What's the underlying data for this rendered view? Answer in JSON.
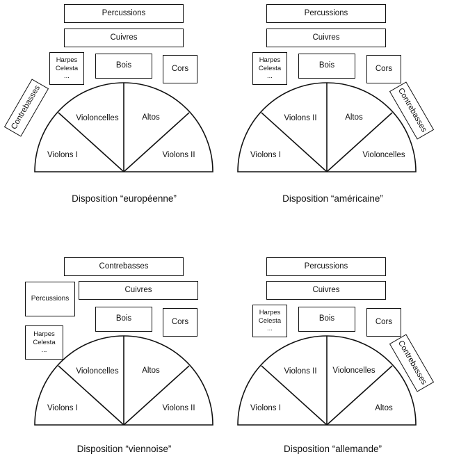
{
  "layouts": [
    {
      "caption": "Disposition “européenne”",
      "boxes": {
        "top1": "Percussions",
        "top2": "Cuivres",
        "harpes": [
          "Harpes",
          "Celesta",
          "..."
        ],
        "bois": "Bois",
        "cors": "Cors",
        "contrebasses": "Contrebasses"
      },
      "sections": [
        "Violons I",
        "Violoncelles",
        "Altos",
        "Violons II"
      ]
    },
    {
      "caption": "Disposition “américaine”",
      "boxes": {
        "top1": "Percussions",
        "top2": "Cuivres",
        "harpes": [
          "Harpes",
          "Celesta",
          "..."
        ],
        "bois": "Bois",
        "cors": "Cors",
        "contrebasses": "Contrebasses"
      },
      "sections": [
        "Violons I",
        "Violons II",
        "Altos",
        "Violoncelles"
      ]
    },
    {
      "caption": "Disposition “viennoise”",
      "boxes": {
        "top1": "Contrebasses",
        "top2": "Cuivres",
        "percussions": "Percussions",
        "harpes": [
          "Harpes",
          "Celesta",
          "..."
        ],
        "bois": "Bois",
        "cors": "Cors"
      },
      "sections": [
        "Violons I",
        "Violoncelles",
        "Altos",
        "Violons II"
      ]
    },
    {
      "caption": "Disposition “allemande”",
      "boxes": {
        "top1": "Percussions",
        "top2": "Cuivres",
        "harpes": [
          "Harpes",
          "Celesta",
          "..."
        ],
        "bois": "Bois",
        "cors": "Cors",
        "contrebasses": "Contrebasses"
      },
      "sections": [
        "Violons I",
        "Violons II",
        "Violoncelles",
        "Altos"
      ]
    }
  ]
}
